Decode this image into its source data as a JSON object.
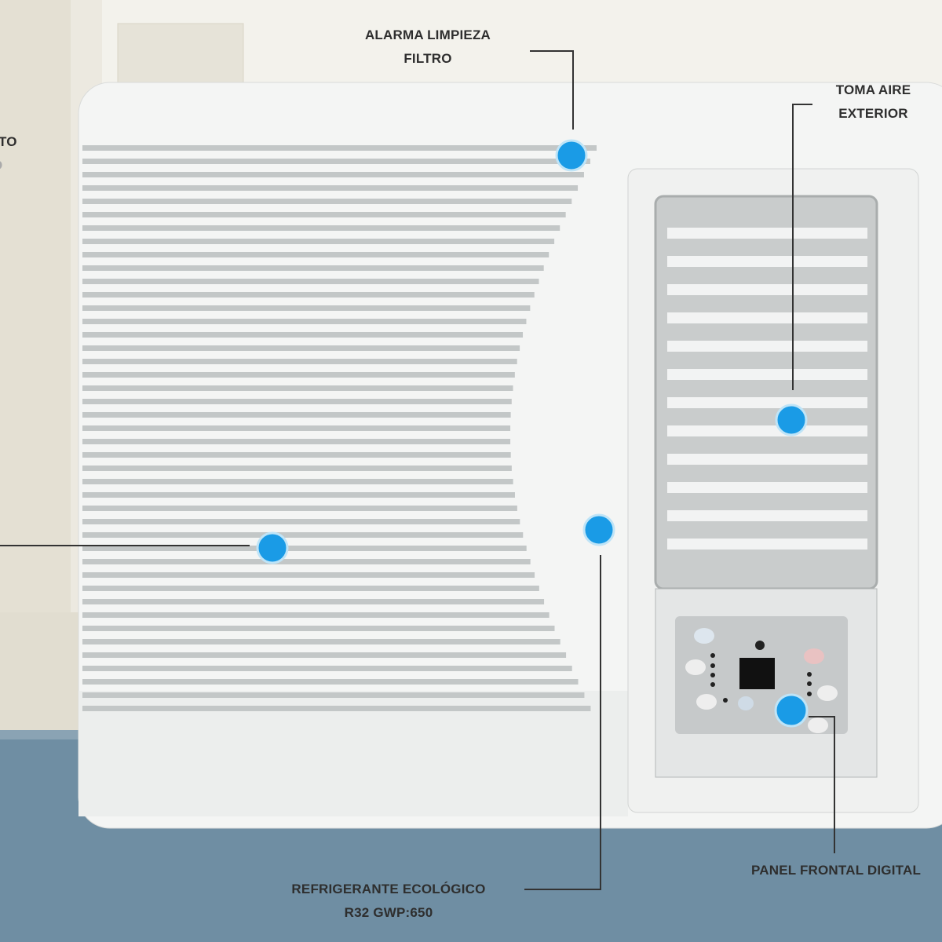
{
  "colors": {
    "callout_dot": "#1a9be6",
    "callout_line": "#333333",
    "unit_body": "#f4f5f4",
    "sill": "#6f8ea3"
  },
  "callouts": [
    {
      "id": "filter-alarm",
      "lines": [
        "ALARMA LIMPIEZA",
        "FILTRO"
      ]
    },
    {
      "id": "outside-air",
      "lines": [
        "TOMA AIRE",
        "EXTERIOR"
      ]
    },
    {
      "id": "left-cut",
      "lines": [
        "TO",
        "O"
      ]
    },
    {
      "id": "refrigerant",
      "lines": [
        "REFRIGERANTE ECOLÓGICO",
        "R32 GWP:650"
      ]
    },
    {
      "id": "digital-panel",
      "lines": [
        "PANEL FRONTAL DIGITAL"
      ]
    }
  ]
}
